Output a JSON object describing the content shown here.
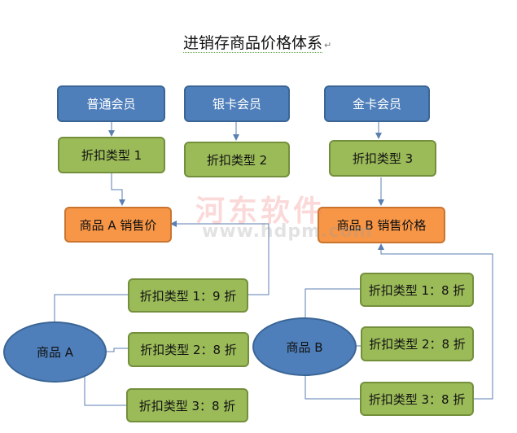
{
  "title": "进销存商品价格体系",
  "members": {
    "regular": "普通会员",
    "silver": "银卡会员",
    "gold": "金卡会员"
  },
  "discount_types": {
    "type1": "折扣类型 1",
    "type2": "折扣类型 2",
    "type3": "折扣类型 3"
  },
  "prices": {
    "a": "商品 A 销售价",
    "b": "商品 B 销售价格"
  },
  "products": {
    "a": "商品 A",
    "b": "商品 B"
  },
  "product_a_discounts": [
    "折扣类型 1：9 折",
    "折扣类型 2：8 折",
    "折扣类型 3：8 折"
  ],
  "product_b_discounts": [
    "折扣类型 1：8 折",
    "折扣类型 2：8 折",
    "折扣类型 3：8 折"
  ],
  "watermark": {
    "text": "河东软件",
    "url": "www.hdpm.com"
  },
  "colors": {
    "member": "#4f7fba",
    "discount": "#9bbb59",
    "price": "#f79646",
    "connector": "#5b7fb0"
  }
}
